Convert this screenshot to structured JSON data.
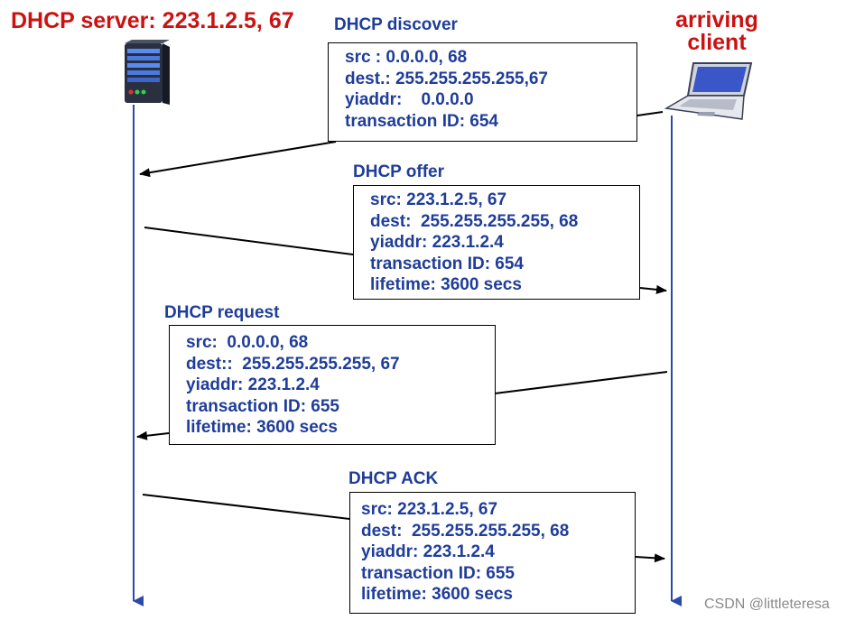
{
  "server": {
    "title": "DHCP server: 223.1.2.5,  67"
  },
  "client": {
    "line1": "arriving",
    "line2": "client"
  },
  "messages": [
    {
      "label": "DHCP discover",
      "lines": [
        "src : 0.0.0.0, 68",
        "dest.: 255.255.255.255,67",
        "yiaddr:    0.0.0.0",
        "transaction ID: 654"
      ]
    },
    {
      "label": "DHCP offer",
      "lines": [
        "src: 223.1.2.5, 67",
        "dest:  255.255.255.255, 68",
        "yiaddr: 223.1.2.4",
        "transaction ID: 654",
        "lifetime: 3600 secs"
      ]
    },
    {
      "label": "DHCP request",
      "lines": [
        "src:  0.0.0.0, 68",
        "dest::  255.255.255.255, 67",
        "yiaddr: 223.1.2.4",
        "transaction ID: 655",
        "lifetime: 3600 secs"
      ]
    },
    {
      "label": "DHCP ACK",
      "lines": [
        "src: 223.1.2.5, 67",
        "dest:  255.255.255.255, 68",
        "yiaddr: 223.1.2.4",
        "transaction ID: 655",
        "lifetime: 3600 secs"
      ]
    }
  ],
  "watermark": "CSDN @littleteresa",
  "colors": {
    "title": "#cc1111",
    "text": "#1f3d99",
    "timeline": "#2b4aa8",
    "arrow": "#000000"
  }
}
